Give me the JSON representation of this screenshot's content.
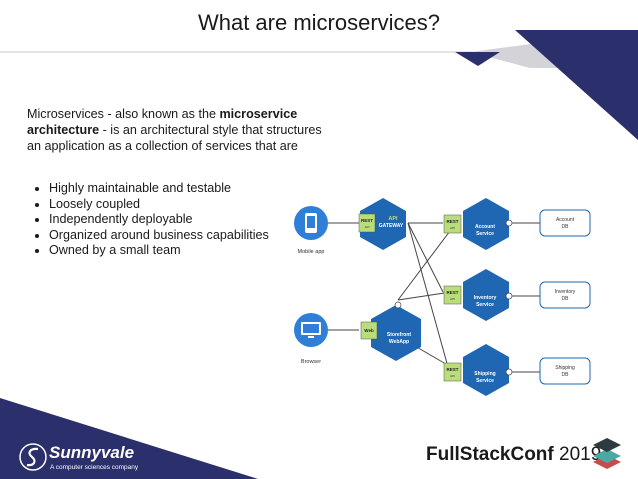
{
  "slide": {
    "title": "What are microservices?",
    "intro": {
      "part1": "Microservices - also known as the ",
      "bold": "microservice architecture",
      "part2": " - is an architectural style that structures an application as a collection of services that are"
    },
    "bullets": [
      "Highly maintainable and testable",
      "Loosely coupled",
      "Independently deployable",
      "Organized around business capabilities",
      "Owned by a small team"
    ]
  },
  "diagram": {
    "clients": [
      {
        "id": "mobile",
        "label": "Mobile app",
        "icon": "phone-icon"
      },
      {
        "id": "browser",
        "label": "Browser",
        "icon": "monitor-icon"
      }
    ],
    "adapters": {
      "rest": "REST",
      "api": "API",
      "web": "Web"
    },
    "gateway": {
      "label_top": "API",
      "label_bottom": "GATEWAY"
    },
    "storefront": {
      "line1": "Storefront",
      "line2": "WebApp"
    },
    "services": [
      {
        "line1": "Account",
        "line2": "Service"
      },
      {
        "line1": "Inventory",
        "line2": "Service"
      },
      {
        "line1": "Shipping",
        "line2": "Service"
      }
    ],
    "databases": [
      {
        "line1": "Account",
        "line2": "DB"
      },
      {
        "line1": "Inventory",
        "line2": "DB"
      },
      {
        "line1": "Shipping",
        "line2": "DB"
      }
    ],
    "colors": {
      "hex_blue": "#1f66b3",
      "client_blue": "#2f7ed8",
      "adapter_green": "#b9dd7a",
      "line": "#444444"
    }
  },
  "footer": {
    "company": "Sunnyvale",
    "tagline": "A computer sciences company",
    "conference": "FullStackConf",
    "year": "2019"
  },
  "theme": {
    "navy": "#2b2f6b",
    "gray": "#d3d3d8"
  }
}
